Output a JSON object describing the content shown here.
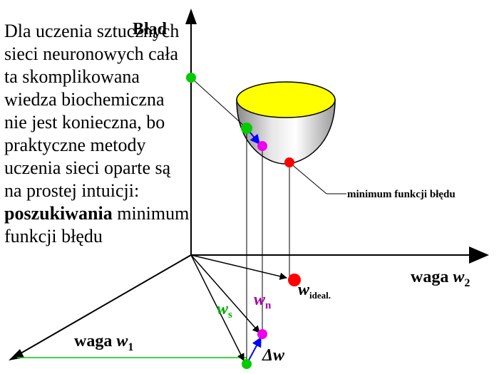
{
  "intro": {
    "text": "Dla uczenia sztucznych sieci neuronowych cała ta skomplikowana wiedza biochemiczna nie jest konieczna, bo praktyczne metody uczenia sieci oparte są na prostej intuicji:",
    "bold": "poszukiwania",
    "tail": "minimum funkcji błędu"
  },
  "axes": {
    "error": "Błąd",
    "w2_prefix": "waga ",
    "w2_symbol": "w",
    "w2_sub": "2",
    "w1_prefix": "waga ",
    "w1_symbol": "w",
    "w1_sub": "1"
  },
  "labels": {
    "minimum": "minimum funkcji błędu",
    "ws_symbol": "w",
    "ws_sub": "s",
    "wn_symbol": "w",
    "wn_sub": "n",
    "wideal_symbol": "w",
    "wideal_sub": "ideal.",
    "delta": "Δw"
  },
  "colors": {
    "bowl_top": "#ffff00",
    "bowl_side": "#c0c0c0",
    "green": "#00cc00",
    "magenta": "#ee00ee",
    "red": "#ff0000",
    "blue": "#0000ff",
    "ws_label": "#00aa00",
    "wn_label": "#aa00aa"
  }
}
